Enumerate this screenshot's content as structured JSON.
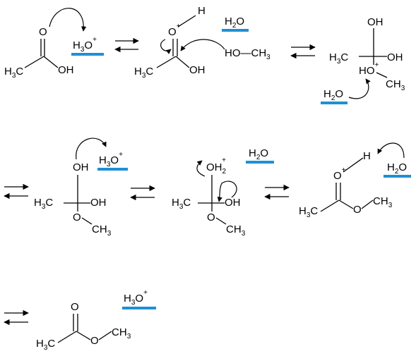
{
  "labels": {
    "o": "O",
    "h": "H",
    "oh": "OH",
    "ho": "HO",
    "c": "C",
    "three": "3",
    "two": "2",
    "plus": "+",
    "dash_ch": "—CH"
  },
  "highlight_color": "#1e90d6",
  "reagents": {
    "hydronium": "H3O+",
    "water": "H2O"
  }
}
